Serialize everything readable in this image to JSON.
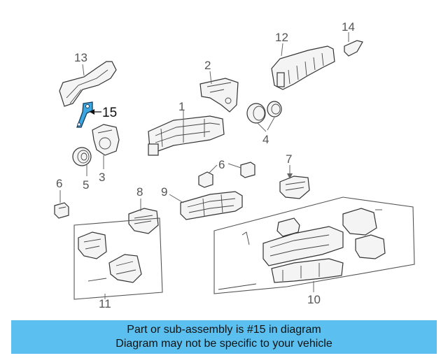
{
  "callouts": {
    "c1": "1",
    "c2": "2",
    "c3": "3",
    "c4": "4",
    "c5": "5",
    "c6a": "6",
    "c6b": "6",
    "c7": "7",
    "c8": "8",
    "c9": "9",
    "c10": "10",
    "c11": "11",
    "c12": "12",
    "c13": "13",
    "c14": "14",
    "c15": "15"
  },
  "highlight_color": "#3aa7e0",
  "banner": {
    "line1": "Part or sub-assembly is #15 in diagram",
    "line2": "Diagram may not be specific to your vehicle",
    "background": "#5bc0f0"
  }
}
